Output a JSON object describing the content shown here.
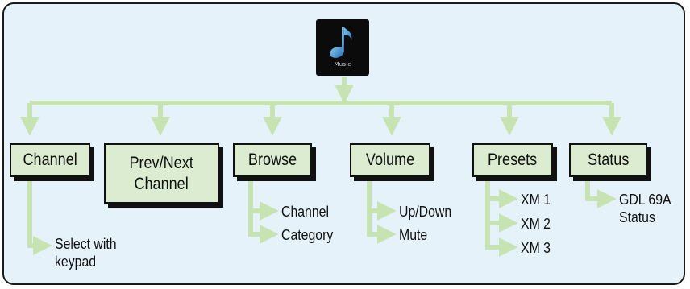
{
  "app": {
    "icon_name": "music-note-icon",
    "caption": "Music"
  },
  "menu": [
    {
      "id": "channel",
      "label": "Channel",
      "children": [
        "Select with\nkeypad"
      ]
    },
    {
      "id": "prevnext",
      "label": "Prev/Next\nChannel",
      "children": []
    },
    {
      "id": "browse",
      "label": "Browse",
      "children": [
        "Channel",
        "Category"
      ]
    },
    {
      "id": "volume",
      "label": "Volume",
      "children": [
        "Up/Down",
        "Mute"
      ]
    },
    {
      "id": "presets",
      "label": "Presets",
      "children": [
        "XM 1",
        "XM 2",
        "XM 3"
      ]
    },
    {
      "id": "status",
      "label": "Status",
      "children": [
        "GDL 69A\nStatus"
      ]
    }
  ],
  "colors": {
    "panel": "#e6f2f9",
    "box_fill": "#dbecd0",
    "arrow": "#c7e3b2",
    "outline": "#111111"
  }
}
